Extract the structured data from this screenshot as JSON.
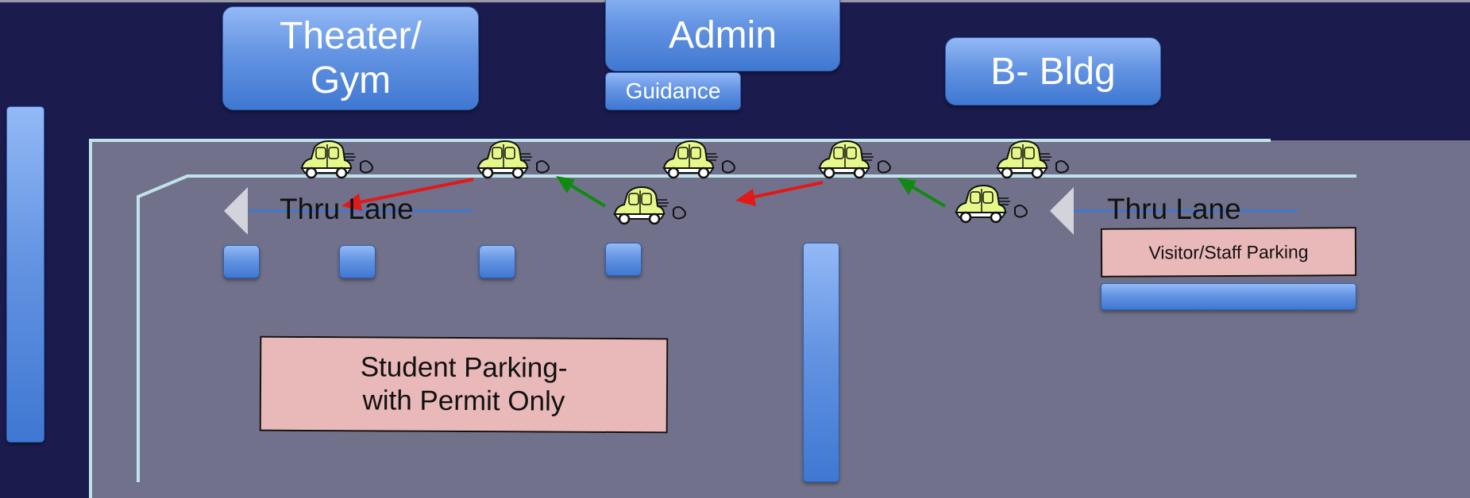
{
  "buildings": {
    "theater_gym": "Theater/\nGym",
    "admin": "Admin",
    "guidance": "Guidance",
    "b_bldg": "B- Bldg"
  },
  "lanes": {
    "left": "Thru Lane",
    "right": "Thru Lane"
  },
  "parking": {
    "visitor_staff": "Visitor/Staff Parking",
    "student_line1": "Student Parking-",
    "student_line2": "with Permit Only"
  },
  "colors": {
    "background": "#1b1b4d",
    "lot": "#71718b",
    "curb": "#bfe3ea",
    "car_body": "#e6f88a",
    "exit_arrow": "#e01919",
    "entry_arrow": "#128a12",
    "sign": "#e9b8b8",
    "block_blue": "#5a8ee0"
  },
  "icons": [
    "car-icon",
    "lane-arrow-icon",
    "exit-arrow-icon",
    "entry-arrow-icon"
  ]
}
